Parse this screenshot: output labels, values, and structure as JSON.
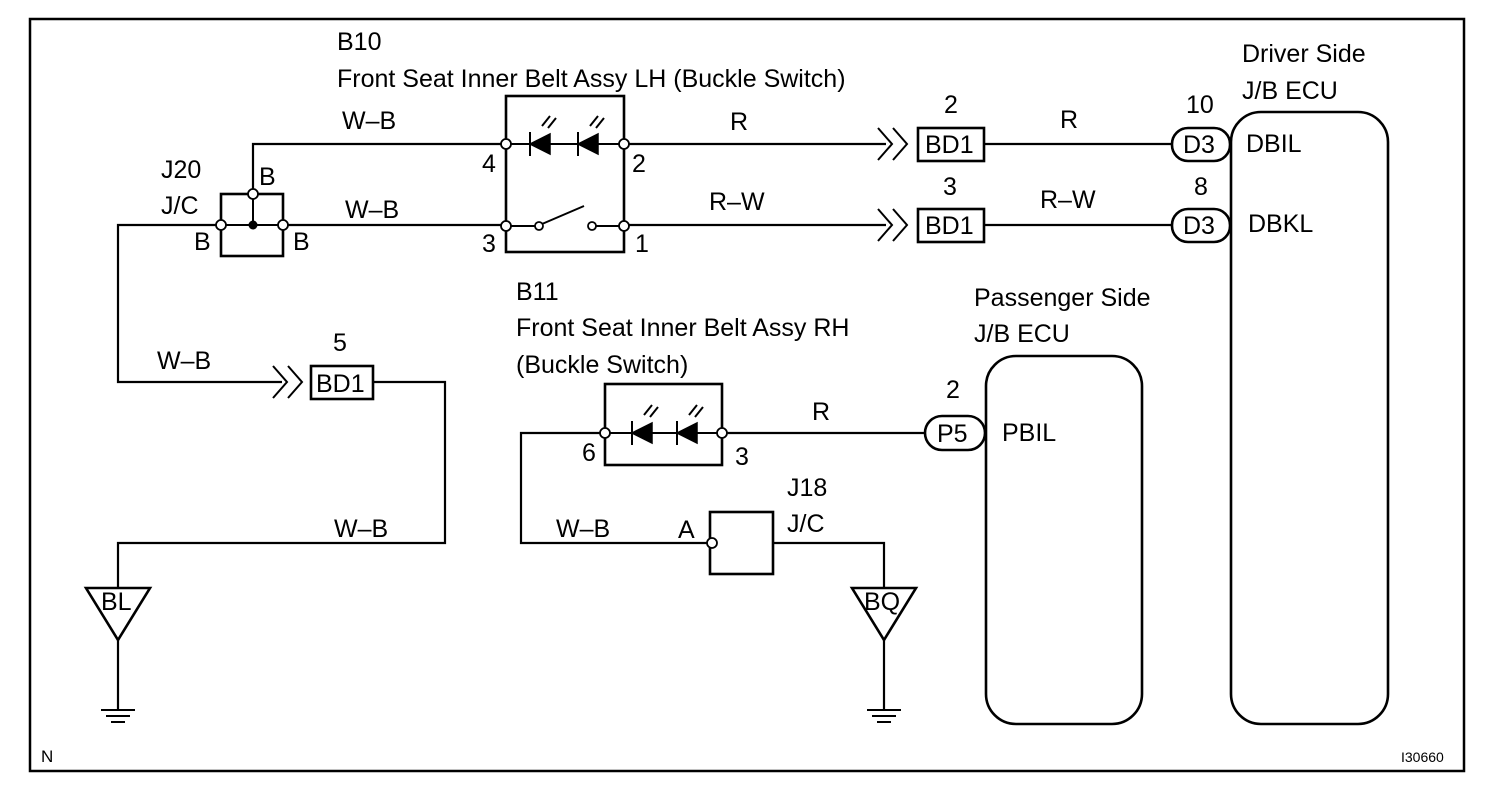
{
  "components": {
    "b10": {
      "id": "B10",
      "name": "Front Seat Inner Belt Assy LH (Buckle Switch)",
      "pins": [
        "4",
        "2",
        "3",
        "1"
      ]
    },
    "b11": {
      "id": "B11",
      "name_line1": "Front Seat Inner Belt Assy RH",
      "name_line2": "(Buckle Switch)",
      "pins": [
        "6",
        "3"
      ]
    },
    "j20": {
      "id": "J20",
      "type": "J/C",
      "pins": [
        "B",
        "B",
        "B"
      ]
    },
    "j18": {
      "id": "J18",
      "type": "J/C",
      "pin": "A"
    },
    "driver_ecu": {
      "title_line1": "Driver Side",
      "title_line2": "J/B ECU",
      "terminals": [
        "DBIL",
        "DBKL"
      ]
    },
    "passenger_ecu": {
      "title_line1": "Passenger Side",
      "title_line2": "J/B ECU",
      "terminals": [
        "PBIL"
      ]
    }
  },
  "connectors": {
    "bd1_top": {
      "label": "BD1",
      "pin": "2"
    },
    "bd1_mid": {
      "label": "BD1",
      "pin": "3"
    },
    "bd1_low": {
      "label": "BD1",
      "pin": "5"
    },
    "d3_top": {
      "label": "D3",
      "pin": "10"
    },
    "d3_mid": {
      "label": "D3",
      "pin": "8"
    },
    "p5": {
      "label": "P5",
      "pin": "2"
    }
  },
  "wires": {
    "w_b": "W–B",
    "r": "R",
    "r_w": "R–W"
  },
  "grounds": [
    "BL",
    "BQ"
  ],
  "corner_label": "N",
  "figure_code": "I30660"
}
